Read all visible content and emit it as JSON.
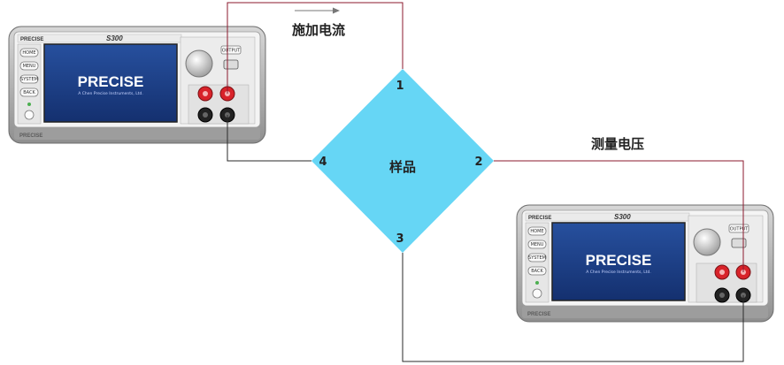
{
  "labels": {
    "apply_current": "施加电流",
    "measure_voltage": "测量电压",
    "sample": "样品",
    "node_1": "1",
    "node_2": "2",
    "node_3": "3",
    "node_4": "4"
  },
  "instrument": {
    "model": "S300",
    "panel_brand": "PRECISE",
    "screen_brand": "PRECISE",
    "screen_tagline": "A Chen Precise Instruments, Ltd.",
    "buttons": [
      "HOME",
      "MENU",
      "SYSTEM",
      "BACK"
    ],
    "output_button": "OUTPUT",
    "footer_brand": "PRECISE"
  },
  "colors": {
    "sample": "#66d6f5",
    "wire": "#8b1a2e",
    "screen": "#1a3d86",
    "terminal_red": "#d8232a",
    "terminal_black": "#222222"
  }
}
